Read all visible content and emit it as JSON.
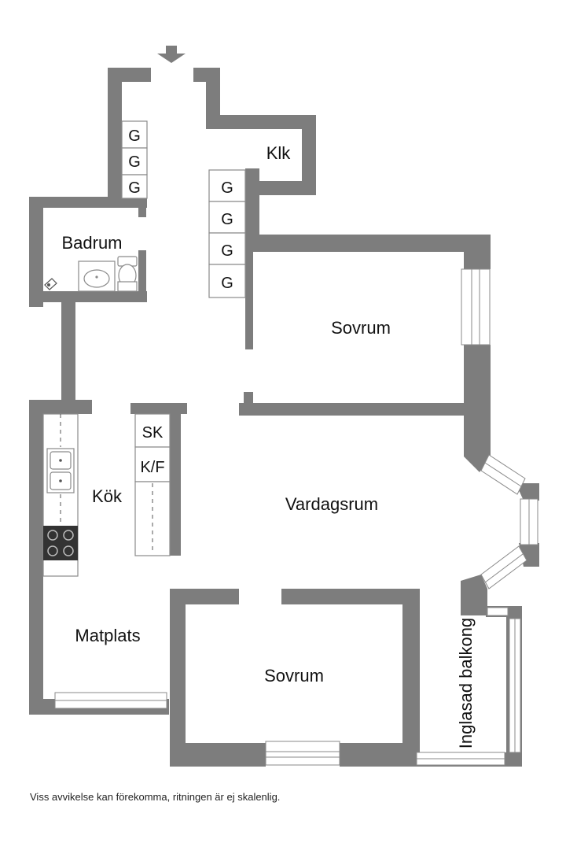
{
  "rooms": {
    "klk": "Klk",
    "badrum": "Badrum",
    "sovrum_1": "Sovrum",
    "kok": "Kök",
    "vardagsrum": "Vardagsrum",
    "matplats": "Matplats",
    "sovrum_2": "Sovrum",
    "balkong": "Inglasad balkong"
  },
  "wardrobes": {
    "hall_left": [
      "G",
      "G",
      "G"
    ],
    "hall_right": [
      "G",
      "G",
      "G",
      "G"
    ]
  },
  "kitchen_units": {
    "freezer": "SK",
    "fridge_freezer": "K/F"
  },
  "icons": {
    "entrance": "entrance-arrow-icon",
    "sink": "sink-icon",
    "toilet": "toilet-icon",
    "stove": "stove-icon",
    "kitchen_sink": "kitchen-sink-icon"
  },
  "colors": {
    "wall": "#7d7d7d",
    "background": "#ffffff",
    "text": "#111111"
  },
  "disclaimer": "Viss avvikelse kan förekomma, ritningen är ej skalenlig."
}
